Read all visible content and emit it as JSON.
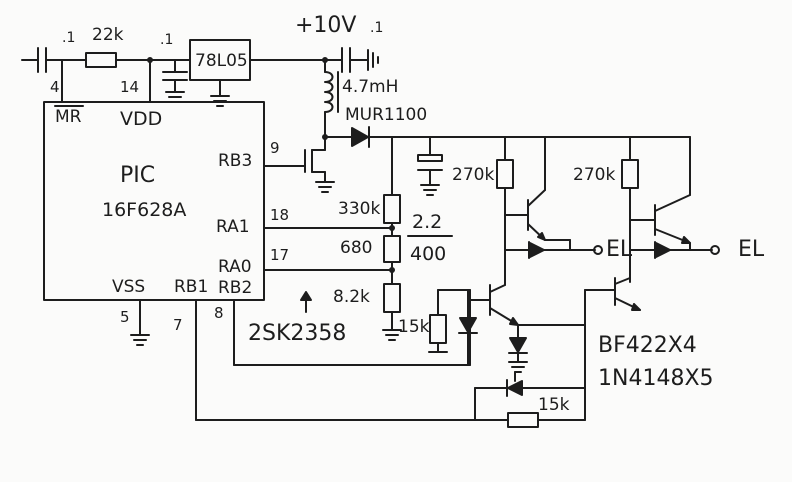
{
  "ic": {
    "name": "PIC",
    "part": "16F628A",
    "mr": "MR",
    "vdd": "VDD",
    "vss": "VSS",
    "rb1": "RB1",
    "rb2": "RB2",
    "ra1": "RA1",
    "ra0": "RA0",
    "rb3": "RB3",
    "pin_mr": "4",
    "pin_vdd": "14",
    "pin_vss": "5",
    "pin_rb1": "7",
    "pin_rb2": "8",
    "pin_ra1": "18",
    "pin_ra0": "17",
    "pin_rb3": "9"
  },
  "parts": {
    "cap_left": ".1",
    "res_22k": "22k",
    "cap_vdd": ".1",
    "regulator": "78L05",
    "supply": "+10V",
    "cap_supply": ".1",
    "inductor": "4.7mH",
    "diode_main": "MUR1100",
    "res_330k": "330k",
    "res_680": "680",
    "res_8k2": "8.2k",
    "cap_hv_value": "2.2",
    "cap_hv_voltage": "400",
    "res_270k_1": "270k",
    "res_270k_2": "270k",
    "el_1": "EL",
    "el_2": "EL",
    "res_15k_1": "15k",
    "res_15k_2": "15k",
    "mosfet": "2SK2358",
    "transistors": "BF422X4",
    "diodes": "1N4148X5"
  }
}
